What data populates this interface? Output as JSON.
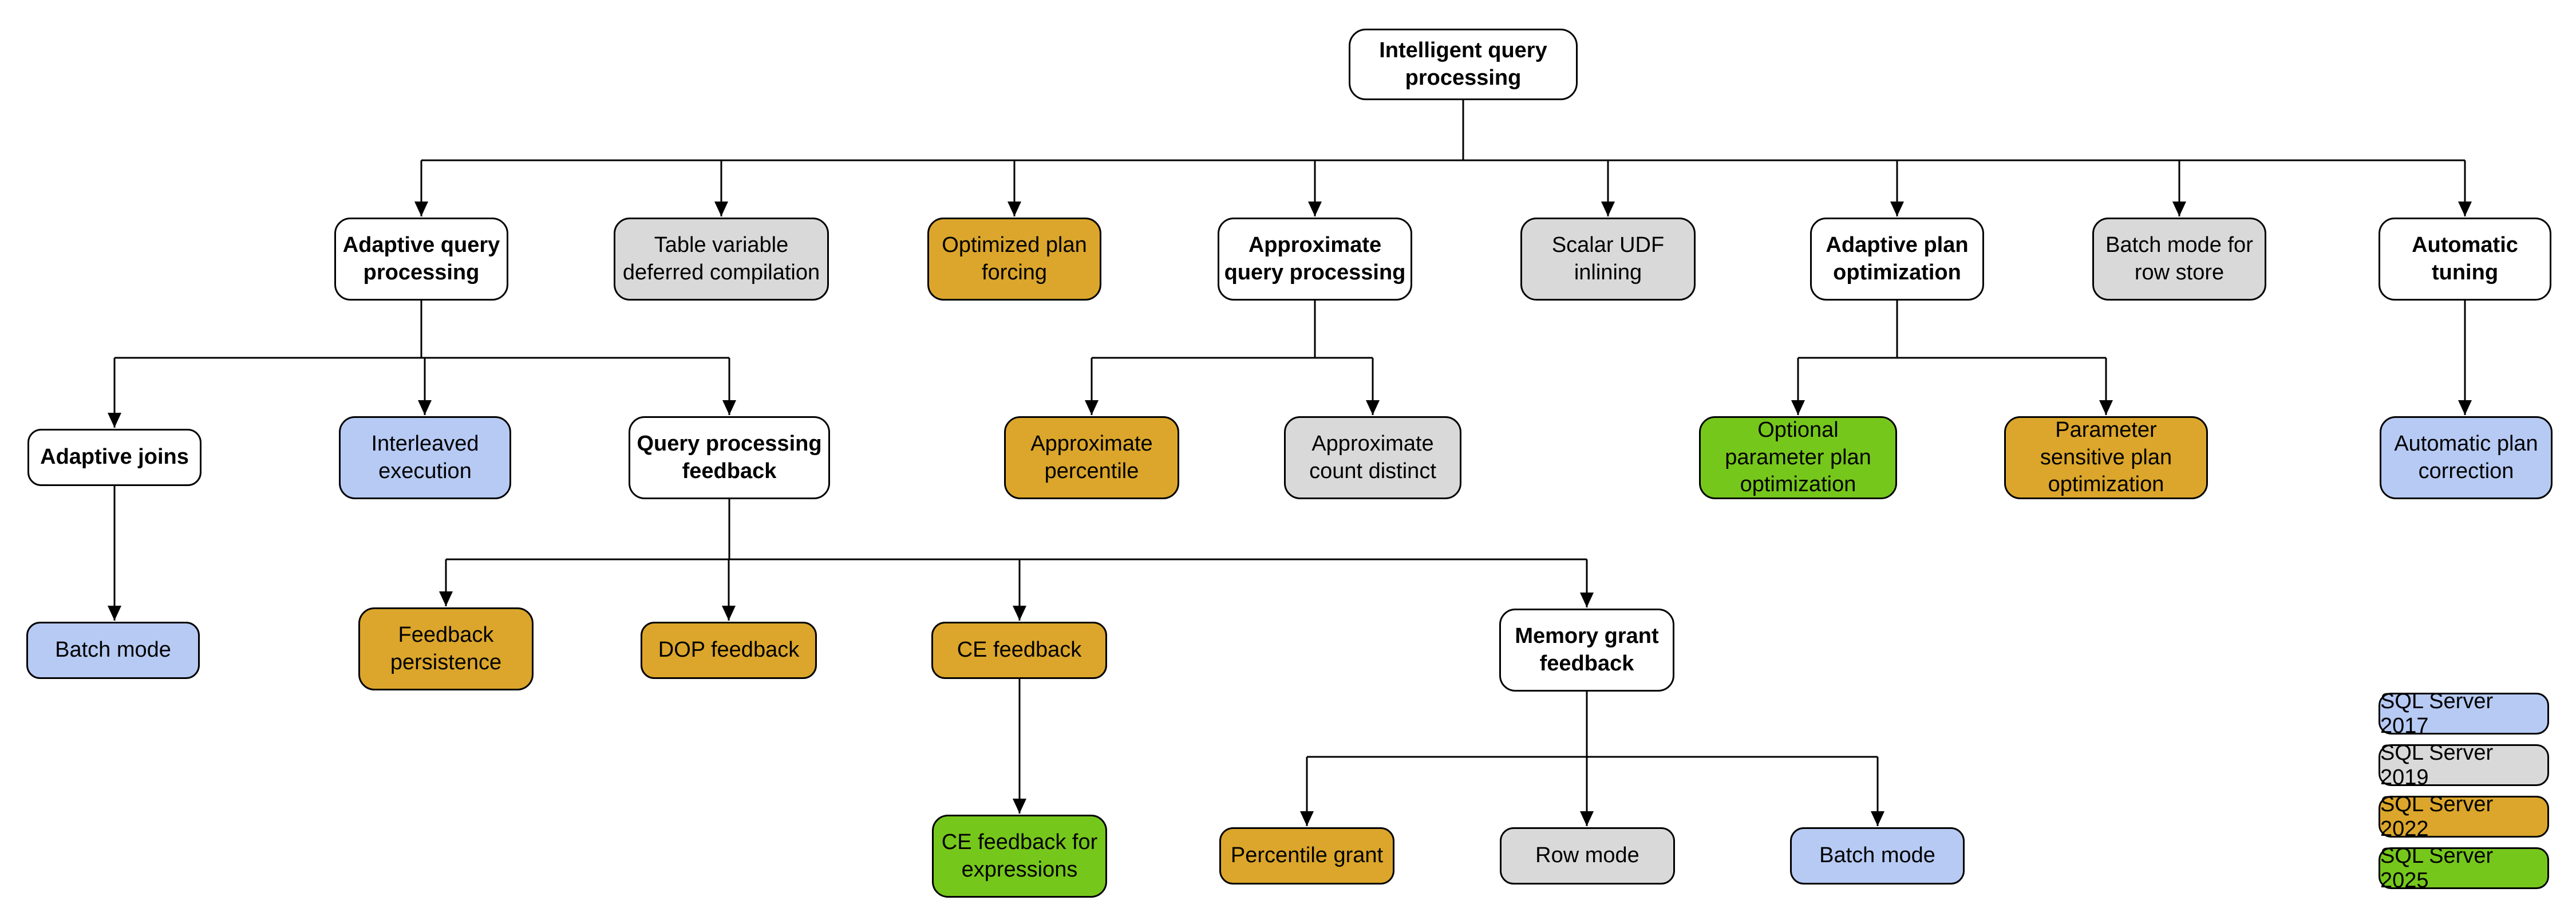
{
  "nodes": {
    "iqp": {
      "label": "Intelligent query processing",
      "version": null
    },
    "aqp": {
      "label": "Adaptive query processing",
      "version": null
    },
    "tvdc": {
      "label": "Table variable deferred compilation",
      "version": "SQL Server 2019"
    },
    "opf": {
      "label": "Optimized plan forcing",
      "version": "SQL Server 2022"
    },
    "approx_qp": {
      "label": "Approximate query processing",
      "version": null
    },
    "sudf": {
      "label": "Scalar UDF inlining",
      "version": "SQL Server 2019"
    },
    "apo": {
      "label": "Adaptive plan optimization",
      "version": null
    },
    "bmrs": {
      "label": "Batch mode for row store",
      "version": "SQL Server 2019"
    },
    "at": {
      "label": "Automatic tuning",
      "version": null
    },
    "aj": {
      "label": "Adaptive joins",
      "version": null
    },
    "ie": {
      "label": "Interleaved execution",
      "version": "SQL Server 2017"
    },
    "qpf": {
      "label": "Query processing feedback",
      "version": null
    },
    "ap": {
      "label": "Approximate percentile",
      "version": "SQL Server 2022"
    },
    "acd": {
      "label": "Approximate count distinct",
      "version": "SQL Server 2019"
    },
    "oppo": {
      "label": "Optional parameter plan optimization",
      "version": "SQL Server 2025"
    },
    "pspo": {
      "label": "Parameter sensitive plan optimization",
      "version": "SQL Server 2022"
    },
    "apc": {
      "label": "Automatic plan correction",
      "version": "SQL Server 2017"
    },
    "bm1": {
      "label": "Batch mode",
      "version": "SQL Server 2017"
    },
    "fp": {
      "label": "Feedback persistence",
      "version": "SQL Server 2022"
    },
    "dop": {
      "label": "DOP feedback",
      "version": "SQL Server 2022"
    },
    "cef": {
      "label": "CE feedback",
      "version": "SQL Server 2022"
    },
    "mgf": {
      "label": "Memory grant feedback",
      "version": null
    },
    "cefe": {
      "label": "CE feedback for expressions",
      "version": "SQL Server 2025"
    },
    "pg": {
      "label": "Percentile grant",
      "version": "SQL Server 2022"
    },
    "rm": {
      "label": "Row mode",
      "version": "SQL Server 2019"
    },
    "bm2": {
      "label": "Batch mode",
      "version": "SQL Server 2017"
    }
  },
  "edges": [
    [
      "iqp",
      "aqp"
    ],
    [
      "iqp",
      "tvdc"
    ],
    [
      "iqp",
      "opf"
    ],
    [
      "iqp",
      "approx_qp"
    ],
    [
      "iqp",
      "sudf"
    ],
    [
      "iqp",
      "apo"
    ],
    [
      "iqp",
      "bmrs"
    ],
    [
      "iqp",
      "at"
    ],
    [
      "aqp",
      "aj"
    ],
    [
      "aqp",
      "ie"
    ],
    [
      "aqp",
      "qpf"
    ],
    [
      "approx_qp",
      "ap"
    ],
    [
      "approx_qp",
      "acd"
    ],
    [
      "apo",
      "oppo"
    ],
    [
      "apo",
      "pspo"
    ],
    [
      "at",
      "apc"
    ],
    [
      "aj",
      "bm1"
    ],
    [
      "qpf",
      "fp"
    ],
    [
      "qpf",
      "dop"
    ],
    [
      "qpf",
      "cef"
    ],
    [
      "qpf",
      "mgf"
    ],
    [
      "cef",
      "cefe"
    ],
    [
      "mgf",
      "pg"
    ],
    [
      "mgf",
      "rm"
    ],
    [
      "mgf",
      "bm2"
    ]
  ],
  "legend": {
    "items": [
      {
        "label": "SQL Server 2017",
        "color": "#b6caf4"
      },
      {
        "label": "SQL Server 2019",
        "color": "#d9d9d9"
      },
      {
        "label": "SQL Server 2022",
        "color": "#dba62b"
      },
      {
        "label": "SQL Server 2025",
        "color": "#76c71c"
      }
    ]
  },
  "colors": {
    "sql_server_2017": "#b6caf4",
    "sql_server_2019": "#d9d9d9",
    "sql_server_2022": "#dba62b",
    "sql_server_2025": "#76c71c",
    "grouping_node": "#ffffff",
    "border_and_lines": "#000000"
  }
}
